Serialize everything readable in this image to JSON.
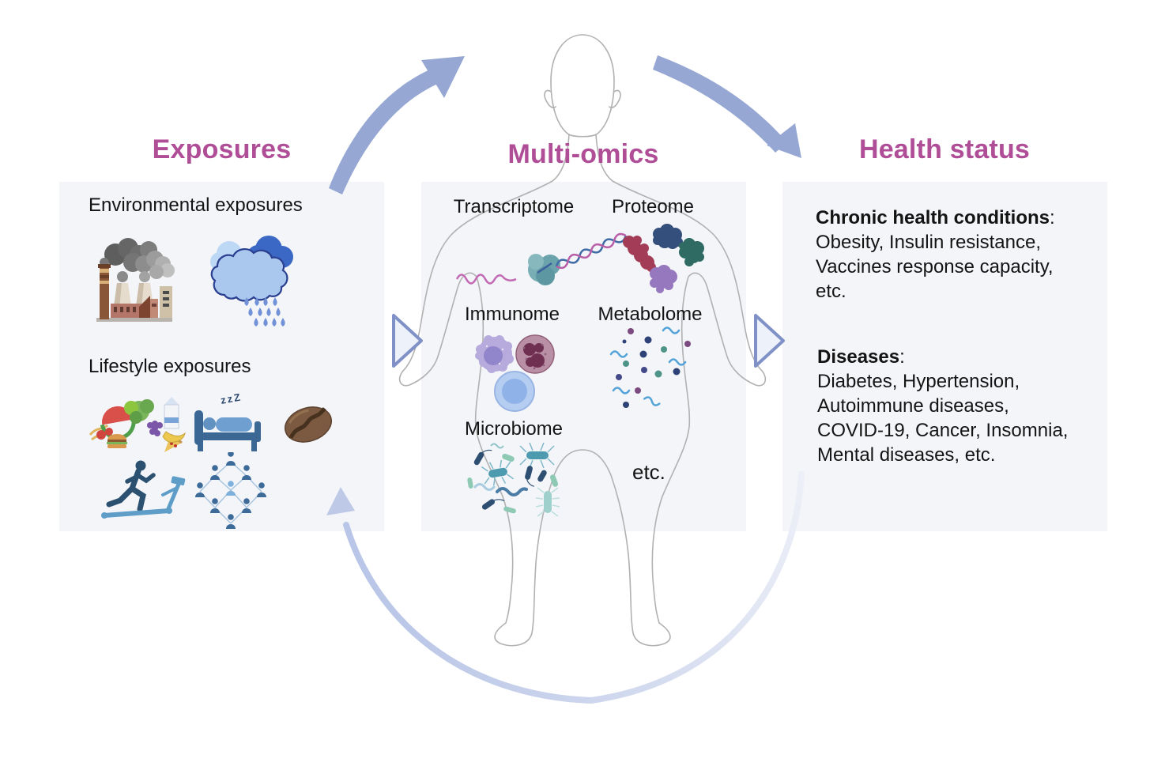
{
  "titles": {
    "exposures": "Exposures",
    "multiomics": "Multi-omics",
    "health": "Health status"
  },
  "exposures": {
    "environmental_label": "Environmental exposures",
    "lifestyle_label": "Lifestyle exposures",
    "sleep_zzz": "zzZ"
  },
  "multiomics": {
    "transcriptome": "Transcriptome",
    "proteome": "Proteome",
    "immunome": "Immunome",
    "metabolome": "Metabolome",
    "microbiome": "Microbiome",
    "etc": "etc."
  },
  "health": {
    "sections": [
      {
        "heading": "Chronic health conditions",
        "colon": ":",
        "lines": [
          "Obesity, Insulin resistance,",
          "Vaccines response capacity,",
          "etc."
        ]
      },
      {
        "heading": "Diseases",
        "colon": ":",
        "lines": [
          "Diabetes, Hypertension,",
          "Autoimmune diseases,",
          "COVID-19, Cancer, Insomnia,",
          "Mental diseases, etc."
        ]
      }
    ]
  },
  "icons": {
    "exposures": [
      "factory-pollution-icon",
      "rain-clouds-icon",
      "healthy-food-icon",
      "sleeping-bed-icon",
      "coffee-bean-icon",
      "treadmill-runner-icon",
      "social-network-icon"
    ],
    "multiomics": [
      "rna-transcript-icon",
      "protein-blobs-icon",
      "immune-cells-icon",
      "metabolite-molecules-icon",
      "bacteria-microbiome-icon"
    ],
    "flow": [
      "exposures-to-multiomics-arrow",
      "multiomics-to-health-arrow",
      "feedback-cycle-arrow",
      "left-triangle-arrow",
      "right-triangle-arrow",
      "human-body-silhouette"
    ]
  },
  "colors": {
    "accent": "#b04d97",
    "arrow": "#96a7d4",
    "arrowLight": "#c3cfe9",
    "triangleStroke": "#8091c7",
    "triangleFill": "#edf1f9",
    "panelBg": "#f3f5f9",
    "bodyLine": "#b1b1b1",
    "text": "#151515"
  }
}
